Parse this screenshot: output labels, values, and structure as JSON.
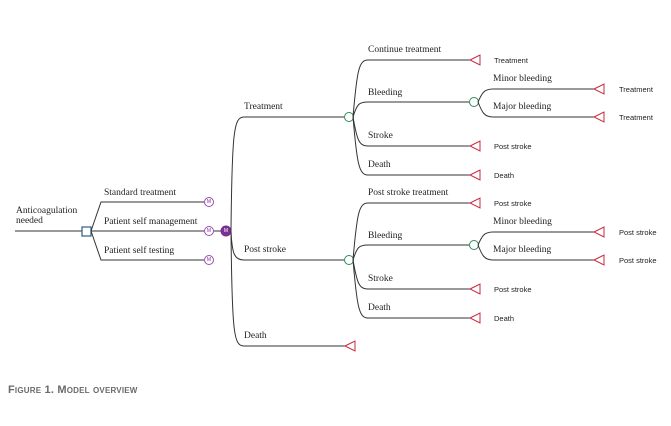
{
  "root": {
    "label_line1": "Anticoagulation",
    "label_line2": "needed"
  },
  "strategies": [
    "Standard treatment",
    "Patient self management",
    "Patient self testing"
  ],
  "markov_symbol": "M",
  "states": {
    "treatment": "Treatment",
    "post_stroke": "Post stroke",
    "death": "Death"
  },
  "treatment_branch": {
    "continue": "Continue treatment",
    "bleeding": "Bleeding",
    "stroke": "Stroke",
    "death": "Death",
    "minor": "Minor bleeding",
    "major": "Major bleeding"
  },
  "post_stroke_branch": {
    "continue": "Post stroke treatment",
    "bleeding": "Bleeding",
    "stroke": "Stroke",
    "death": "Death",
    "minor": "Minor bleeding",
    "major": "Major bleeding"
  },
  "outcomes": {
    "t_continue": "Treatment",
    "t_minor": "Treatment",
    "t_major": "Treatment",
    "t_stroke": "Post stroke",
    "t_death": "Death",
    "p_continue": "Post stroke",
    "p_minor": "Post stroke",
    "p_major": "Post stroke",
    "p_stroke": "Post stroke",
    "p_death": "Death"
  },
  "caption": "Figure 1. Model overview"
}
